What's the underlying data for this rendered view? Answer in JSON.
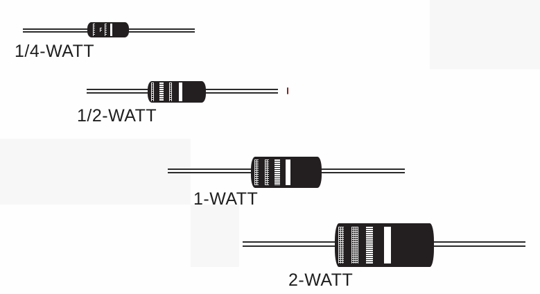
{
  "diagram": {
    "title": "Resistor sizes by power rating",
    "colors": {
      "background": "#fefefe",
      "resistor_body": "#231f20",
      "lead": "#2a2a2a",
      "band": "#ffffff",
      "label": "#1e1e1e"
    },
    "resistors": [
      {
        "id": "quarter-watt",
        "label": "1/4-WATT"
      },
      {
        "id": "half-watt",
        "label": "1/2-WATT"
      },
      {
        "id": "one-watt",
        "label": "1-WATT"
      },
      {
        "id": "two-watt",
        "label": "2-WATT"
      }
    ]
  }
}
